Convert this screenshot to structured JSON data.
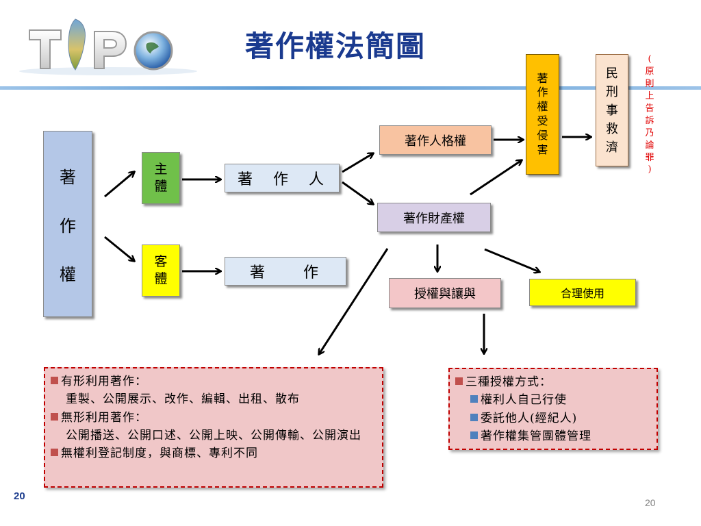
{
  "title": "著作權法簡圖",
  "logo": {
    "text": "TIPO"
  },
  "colors": {
    "title": "#1a3a8f",
    "accent_line": "#5b9bd5",
    "panel_border": "#c00000",
    "note": "#e00000"
  },
  "nodes": {
    "copyright": [
      "著",
      "作",
      "權"
    ],
    "subject": [
      "主",
      "體"
    ],
    "object": [
      "客",
      "體"
    ],
    "author": "著　作　人",
    "work": "著　　作",
    "moral_right": "著作人格權",
    "economic_right": "著作財產權",
    "license": "授權與讓與",
    "fair_use": "合理使用",
    "infringement": [
      "著",
      "作",
      "權",
      "受",
      "侵",
      "害"
    ],
    "remedy": [
      "民",
      "刑",
      "事",
      "救",
      "濟"
    ],
    "note": [
      "(",
      "原",
      "則",
      "上",
      "告",
      "訴",
      "乃",
      "論",
      "罪",
      ")"
    ]
  },
  "panel_left": {
    "item1_title": "有形利用著作：",
    "item1_detail": "重製、公開展示、改作、編輯、出租、散布",
    "item2_title": "無形利用著作：",
    "item2_detail": "公開播送、公開口述、公開上映、公開傳輸、公開演出",
    "item3": "無權利登記制度，與商標、專利不同"
  },
  "panel_right": {
    "title": "三種授權方式：",
    "items": [
      "權利人自己行使",
      "委託他人(經紀人)",
      "著作權集管團體管理"
    ]
  },
  "page_number_left": "20",
  "page_number_right": "20"
}
